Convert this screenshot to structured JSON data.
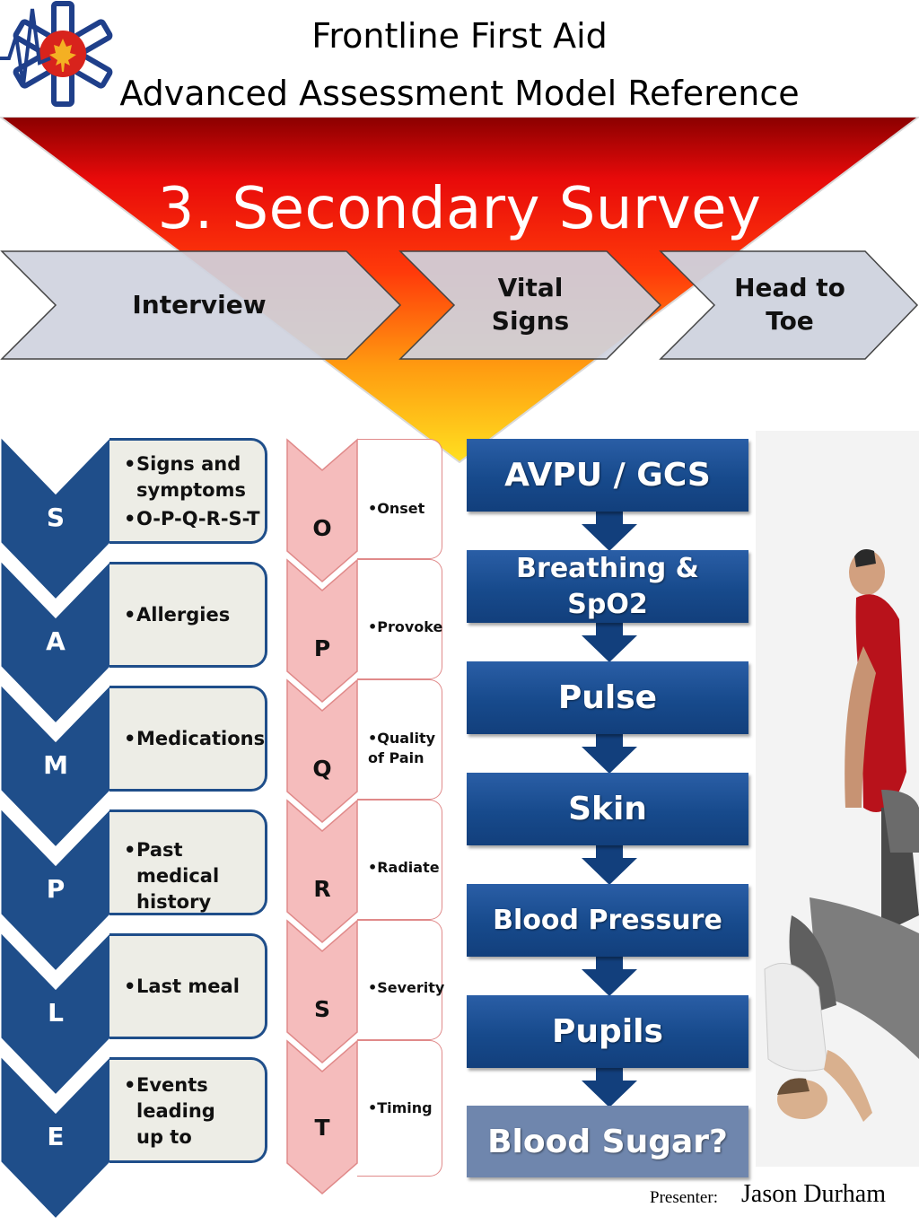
{
  "header": {
    "title": "Frontline First Aid",
    "subtitle": "Advanced Assessment Model Reference"
  },
  "section_heading": "3.  Secondary Survey",
  "process_steps": [
    {
      "line1": "Interview",
      "line2": ""
    },
    {
      "line1": "Vital",
      "line2": "Signs"
    },
    {
      "line1": "Head to",
      "line2": "Toe"
    }
  ],
  "sample": [
    {
      "letter": "S",
      "items": [
        "Signs and symptoms",
        "O-P-Q-R-S-T"
      ]
    },
    {
      "letter": "A",
      "items": [
        "Allergies"
      ]
    },
    {
      "letter": "M",
      "items": [
        "Medications"
      ]
    },
    {
      "letter": "P",
      "items": [
        "Past medical history"
      ]
    },
    {
      "letter": "L",
      "items": [
        "Last meal"
      ]
    },
    {
      "letter": "E",
      "items": [
        "Events leading up to"
      ]
    }
  ],
  "opqrst": [
    {
      "letter": "O",
      "text": "•Onset"
    },
    {
      "letter": "P",
      "text": "•Provoke"
    },
    {
      "letter": "Q",
      "text": "•Quality of Pain"
    },
    {
      "letter": "R",
      "text": "•Radiate"
    },
    {
      "letter": "S",
      "text": "•Severity"
    },
    {
      "letter": "T",
      "text": "•Timing"
    }
  ],
  "vital_signs": [
    {
      "label": "AVPU / GCS"
    },
    {
      "label": "Breathing & SpO2"
    },
    {
      "label": "Pulse"
    },
    {
      "label": "Skin"
    },
    {
      "label": "Blood Pressure"
    },
    {
      "label": "Pupils"
    },
    {
      "label": "Blood Sugar?"
    }
  ],
  "presenter": {
    "label": "Presenter:",
    "name": "Jason Durham"
  },
  "colors": {
    "navy": "#1f4e8a",
    "flow_blue": "#174a8c",
    "flow_muted": "#6f86ad",
    "chevron_gray": "#cfd3de",
    "pink": "#f5bcbc",
    "funnel_red": "#e10b0b",
    "funnel_yellow": "#ffd21a"
  }
}
